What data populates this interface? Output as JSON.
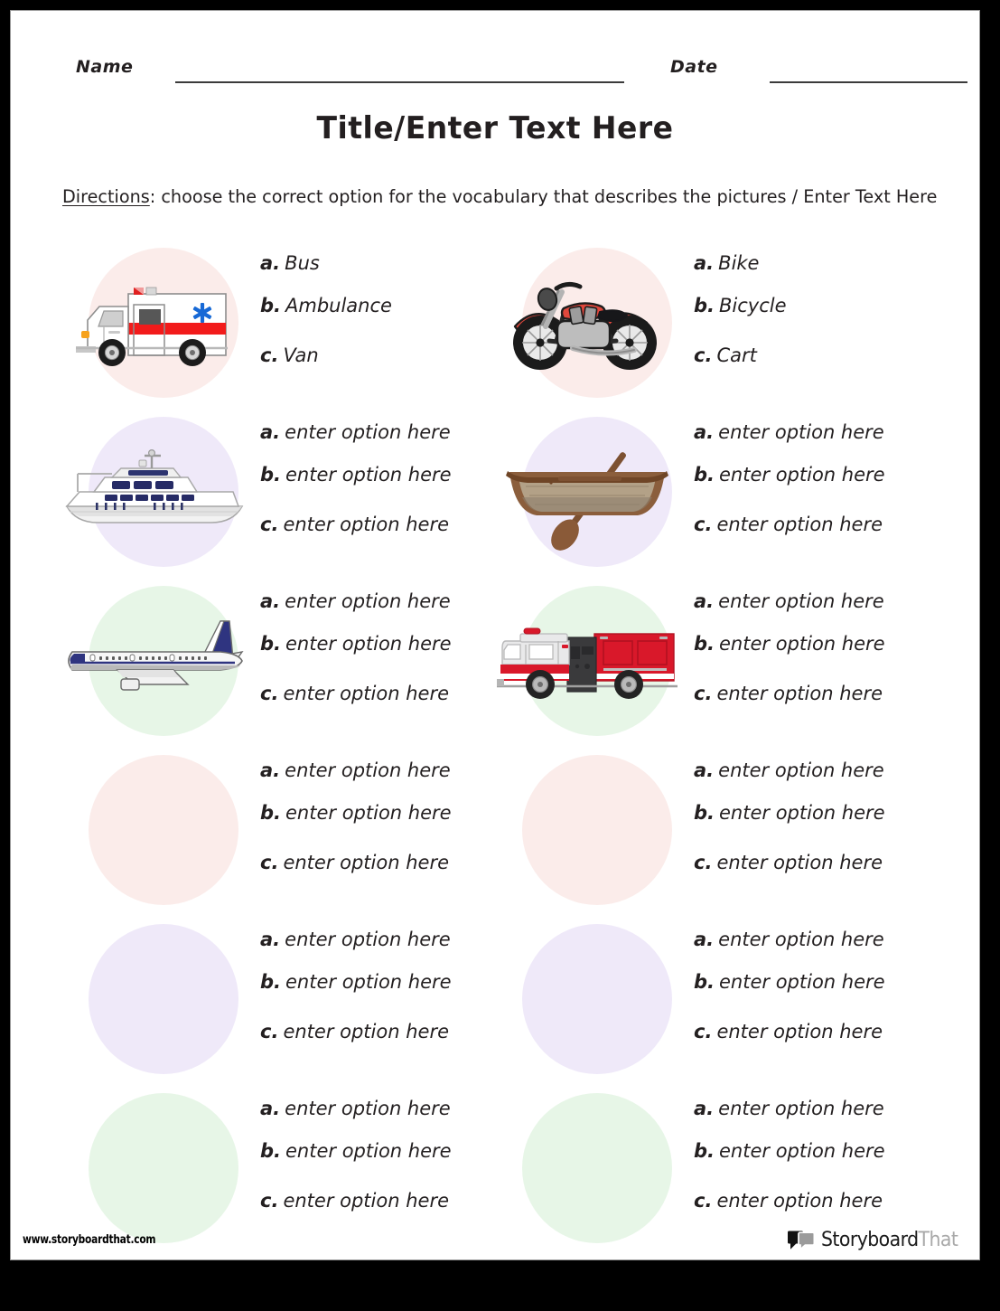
{
  "header": {
    "name_label": "Name",
    "date_label": "Date"
  },
  "title": "Title/Enter Text Here",
  "directions": {
    "label": "Directions",
    "text": ": choose the correct option for the vocabulary that describes the pictures / Enter Text Here"
  },
  "placeholder_option": "enter option here",
  "keys": {
    "a": "a.",
    "b": "b.",
    "c": "c."
  },
  "colors": {
    "pink": "#fbecea",
    "lavender": "#efe9f9",
    "mint": "#e7f6e7",
    "ink": "#231f20",
    "rule": "#3b3b3b",
    "border": "#000000"
  },
  "questions": [
    {
      "picture": "ambulance",
      "tint": "pink",
      "options": [
        "Bus",
        "Ambulance",
        "Van"
      ]
    },
    {
      "picture": "motorcycle",
      "tint": "pink",
      "options": [
        "Bike",
        "Bicycle",
        "Cart"
      ]
    },
    {
      "picture": "yacht",
      "tint": "lavender",
      "options": [
        "enter option here",
        "enter option here",
        "enter option here"
      ]
    },
    {
      "picture": "rowboat",
      "tint": "lavender",
      "options": [
        "enter option here",
        "enter option here",
        "enter option here"
      ]
    },
    {
      "picture": "airplane",
      "tint": "mint",
      "options": [
        "enter option here",
        "enter option here",
        "enter option here"
      ]
    },
    {
      "picture": "firetruck",
      "tint": "mint",
      "options": [
        "enter option here",
        "enter option here",
        "enter option here"
      ]
    },
    {
      "picture": "none",
      "tint": "pink",
      "options": [
        "enter option here",
        "enter option here",
        "enter option here"
      ]
    },
    {
      "picture": "none",
      "tint": "pink",
      "options": [
        "enter option here",
        "enter option here",
        "enter option here"
      ]
    },
    {
      "picture": "none",
      "tint": "lavender",
      "options": [
        "enter option here",
        "enter option here",
        "enter option here"
      ]
    },
    {
      "picture": "none",
      "tint": "lavender",
      "options": [
        "enter option here",
        "enter option here",
        "enter option here"
      ]
    },
    {
      "picture": "none",
      "tint": "mint",
      "options": [
        "enter option here",
        "enter option here",
        "enter option here"
      ]
    },
    {
      "picture": "none",
      "tint": "mint",
      "options": [
        "enter option here",
        "enter option here",
        "enter option here"
      ]
    }
  ],
  "footer": {
    "url": "www.storyboardthat.com",
    "brand_dark": "Storyboard",
    "brand_grey": "That"
  }
}
